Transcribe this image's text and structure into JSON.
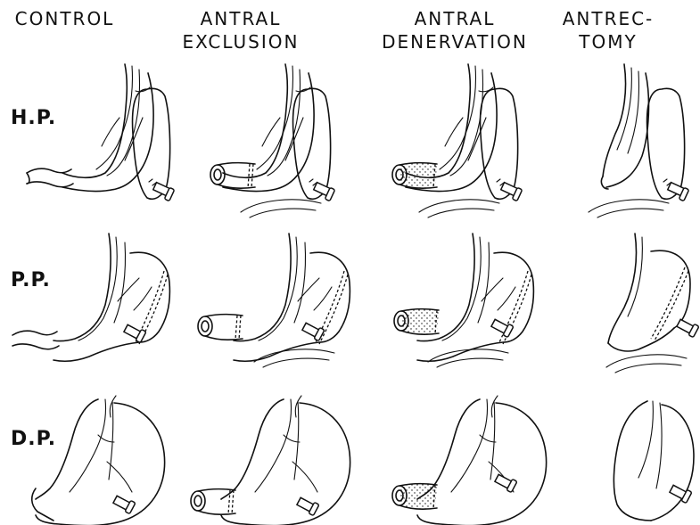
{
  "columns": [
    {
      "line1": "CONTROL",
      "line2": ""
    },
    {
      "line1": "ANTRAL",
      "line2": "EXCLUSION"
    },
    {
      "line1": "ANTRAL",
      "line2": "DENERVATION"
    },
    {
      "line1": "ANTREC-",
      "line2": "TOMY"
    }
  ],
  "rows": [
    "H.P.",
    "P.P.",
    "D.P."
  ]
}
